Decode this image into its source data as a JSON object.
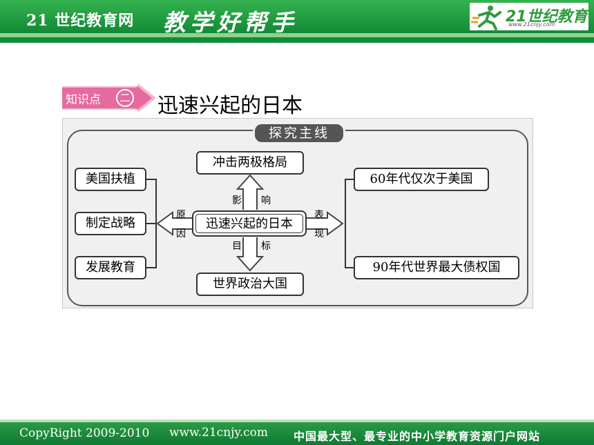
{
  "header": {
    "site_name": "21 世纪教育网",
    "slogan": "教学好帮手",
    "logo_text": "21世纪教育",
    "logo_url": "www.21cnjy.com"
  },
  "section": {
    "badge_text": "知识点",
    "badge_number": "二",
    "title": "迅速兴起的日本"
  },
  "diagram": {
    "tag": "探究主线",
    "center": "迅速兴起的日本",
    "top": "冲击两极格局",
    "bottom": "世界政治大国",
    "left_items": [
      "美国扶植",
      "制定战略",
      "发展教育"
    ],
    "right_items": [
      "60年代仅次于美国",
      "90年代世界最大债权国"
    ],
    "labels": {
      "top": [
        "影",
        "响"
      ],
      "bottom": [
        "目",
        "标"
      ],
      "left": [
        "原",
        "因"
      ],
      "right": [
        "表",
        "现"
      ]
    }
  },
  "footer": {
    "copyright": "CopyRight 2009-2010",
    "url": "www.21cnjy.com",
    "slogan": "中国最大型、最专业的中小学教育资源门户网站"
  },
  "colors": {
    "header_green": "#128a36",
    "badge_pink": "#e66aa0",
    "frame_gray": "#555555"
  }
}
